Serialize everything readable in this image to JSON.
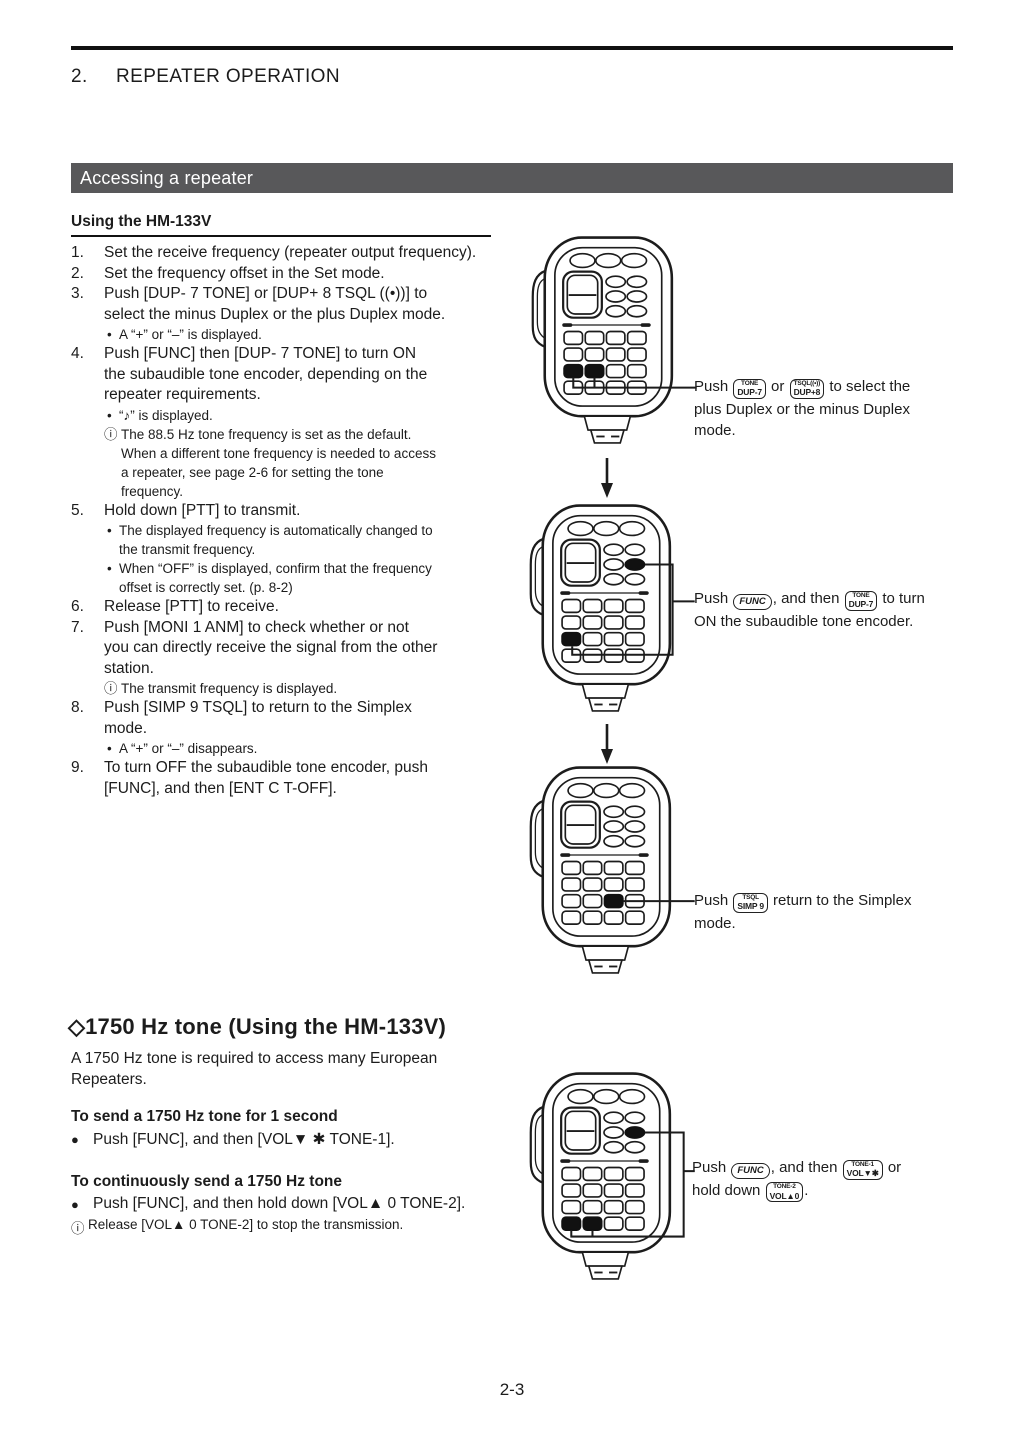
{
  "header": {
    "number": "2.",
    "title": "REPEATER OPERATION"
  },
  "banner": {
    "title": "Accessing a repeater"
  },
  "markers": {
    "bullet": "•",
    "note": "ⓘ",
    "dot": "●"
  },
  "hm133v": {
    "heading": "Using the HM-133V",
    "items": [
      {
        "kind": "step",
        "num": "1.",
        "lines": [
          "Set the receive frequency (repeater output frequency)."
        ]
      },
      {
        "kind": "step",
        "num": "2.",
        "lines": [
          "Set the frequency offset in the Set mode."
        ]
      },
      {
        "kind": "step",
        "num": "3.",
        "lines": [
          "Push [DUP- 7 TONE] or [DUP+ 8 TSQL ((•))] to",
          "select the minus Duplex or the plus Duplex mode."
        ]
      },
      {
        "kind": "bullet",
        "lines": [
          "A “+” or “–” is displayed."
        ]
      },
      {
        "kind": "step",
        "num": "4.",
        "lines": [
          "Push [FUNC] then [DUP- 7 TONE] to turn ON",
          "the subaudible tone encoder, depending on the",
          "repeater requirements."
        ]
      },
      {
        "kind": "bullet",
        "lines": [
          "“♪” is displayed."
        ]
      },
      {
        "kind": "note",
        "lines": [
          "The 88.5 Hz tone frequency is set as the default.",
          "When a different tone frequency is needed to access",
          "a repeater, see page 2-6 for setting the tone",
          "frequency."
        ]
      },
      {
        "kind": "step",
        "num": "5.",
        "lines": [
          "Hold down [PTT] to transmit."
        ]
      },
      {
        "kind": "bullet",
        "lines": [
          "The displayed frequency is automatically changed to",
          "the transmit frequency."
        ]
      },
      {
        "kind": "bullet",
        "lines": [
          "When “OFF” is displayed, confirm that the frequency",
          "offset is correctly set. (p. 8-2)"
        ]
      },
      {
        "kind": "step",
        "num": "6.",
        "lines": [
          "Release [PTT] to receive."
        ]
      },
      {
        "kind": "step",
        "num": "7.",
        "lines": [
          "Push [MONI 1 ANM] to check whether or not",
          "you can directly receive the signal from the other",
          "station."
        ]
      },
      {
        "kind": "note",
        "lines": [
          "The transmit frequency is displayed."
        ]
      },
      {
        "kind": "step",
        "num": "8.",
        "lines": [
          "Push [SIMP 9 TSQL] to return to the Simplex",
          "mode."
        ]
      },
      {
        "kind": "bullet",
        "lines": [
          "A “+” or “–” disappears."
        ]
      },
      {
        "kind": "step",
        "num": "9.",
        "lines": [
          "To turn OFF the subaudible tone encoder, push",
          "[FUNC], and then [ENT C T-OFF]."
        ]
      }
    ]
  },
  "figures": [
    {
      "id": "fig1",
      "highlights": [
        "k31",
        "k32"
      ],
      "caption": [
        {
          "text": "Push "
        },
        {
          "key": {
            "top": "TONE",
            "bottom": "DUP-7"
          }
        },
        {
          "text": " or "
        },
        {
          "key": {
            "top": "TSQL((•))",
            "bottom": "DUP+8"
          }
        },
        {
          "text": " to select the"
        },
        {
          "br": true
        },
        {
          "text": "plus Duplex or the minus Duplex"
        },
        {
          "br": true
        },
        {
          "text": "mode."
        }
      ]
    },
    {
      "id": "fig2",
      "highlights": [
        "func",
        "k31"
      ],
      "caption": [
        {
          "text": "Push "
        },
        {
          "fkey": "FUNC"
        },
        {
          "text": ", and then "
        },
        {
          "key": {
            "top": "TONE",
            "bottom": "DUP-7"
          }
        },
        {
          "text": " to turn"
        },
        {
          "br": true
        },
        {
          "text": "ON the subaudible tone encoder."
        }
      ]
    },
    {
      "id": "fig3",
      "highlights": [
        "k33"
      ],
      "caption": [
        {
          "text": "Push "
        },
        {
          "key": {
            "top": "TSQL",
            "bottom": "SIMP 9"
          }
        },
        {
          "text": " return to the Simplex"
        },
        {
          "br": true
        },
        {
          "text": "mode."
        }
      ]
    },
    {
      "id": "fig4",
      "highlights": [
        "func",
        "k41",
        "k42"
      ],
      "caption": [
        {
          "text": "Push "
        },
        {
          "fkey": "FUNC"
        },
        {
          "text": ", and then "
        },
        {
          "key": {
            "top": "TONE-1",
            "bottom": "VOL▼✱"
          }
        },
        {
          "text": " or"
        },
        {
          "br": true
        },
        {
          "text": "hold down "
        },
        {
          "key": {
            "top": "TONE-2",
            "bottom": "VOL▲0"
          }
        },
        {
          "text": "."
        }
      ]
    }
  ],
  "tone1750": {
    "heading": "◇1750 Hz tone (Using the HM-133V)",
    "intro": "A 1750 Hz tone is required to access many European\nRepeaters.",
    "sub1_heading": "To send a 1750 Hz tone for 1 second",
    "sub1_bullet": "Push [FUNC], and then [VOL▼ ✱ TONE-1].",
    "sub2_heading": "To continuously send a 1750 Hz tone",
    "sub2_bullet": "Push [FUNC], and then hold down [VOL▲ 0 TONE-2].",
    "sub2_note": "Release [VOL▲ 0 TONE-2] to stop the transmission."
  },
  "footer": {
    "page_number": "2-3"
  },
  "colors": {
    "banner_bg": "#58585a",
    "banner_text": "#ffffff",
    "ink": "#1c1c1c"
  }
}
